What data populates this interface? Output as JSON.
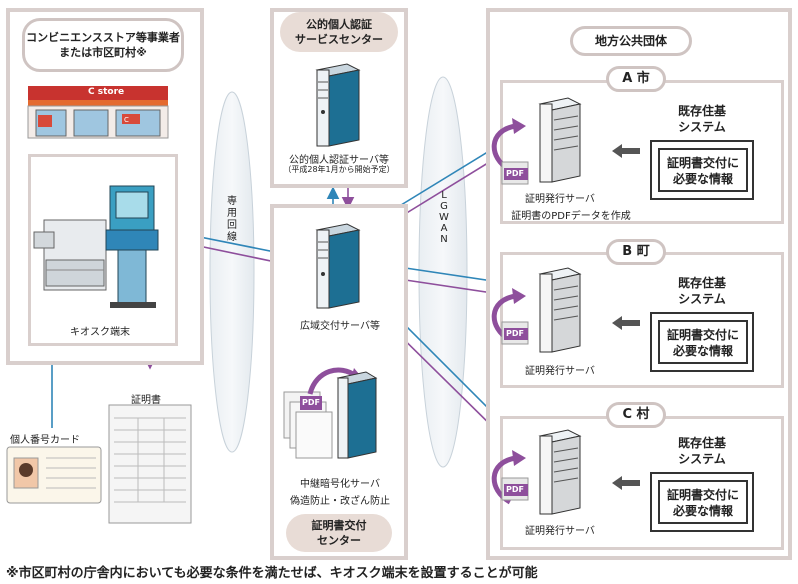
{
  "conv": {
    "title_line1": "コンビニエンスストア等事業者",
    "title_line2": "または市区町村※",
    "store_sign": "C store",
    "kiosk_label": "キオスク端末",
    "certificate_label": "証明書",
    "mynumber_card_label": "個人番号カード"
  },
  "line": {
    "dedicated_label": "専用回線",
    "lgwan_label": "LGWAN"
  },
  "jpki": {
    "title_line1": "公的個人認証",
    "title_line2": "サービスセンター",
    "server_label": "公的個人認証サーバ等",
    "server_note": "（平成28年1月から開始予定）"
  },
  "center": {
    "wide_server_label": "広域交付サーバ等",
    "relay_server_label": "中継暗号化サーバ",
    "relay_note": "偽造防止・改ざん防止",
    "title_line1": "証明書交付",
    "title_line2": "センター",
    "pdf_tag": "PDF"
  },
  "local": {
    "title": "地方公共団体",
    "munis": [
      {
        "name": "A 市",
        "server_label": "証明発行サーバ",
        "extra_label": "証明書のPDFデータを作成",
        "box1_line1": "既存住基",
        "box1_line2": "システム",
        "box2_line1": "証明書交付に",
        "box2_line2": "必要な情報"
      },
      {
        "name": "B 町",
        "server_label": "証明発行サーバ",
        "box1_line1": "既存住基",
        "box1_line2": "システム",
        "box2_line1": "証明書交付に",
        "box2_line2": "必要な情報"
      },
      {
        "name": "C 村",
        "server_label": "証明発行サーバ",
        "box1_line1": "既存住基",
        "box1_line2": "システム",
        "box2_line1": "証明書交付に",
        "box2_line2": "必要な情報"
      }
    ]
  },
  "footnote": "※市区町村の庁舎内においても必要な条件を満たせば、キオスク端末を設置することが可能",
  "colors": {
    "arrow_blue": "#2f86b8",
    "arrow_purple": "#8e4f9c",
    "panel_border": "#d9cfcd",
    "server_dark": "#1d6f93"
  }
}
